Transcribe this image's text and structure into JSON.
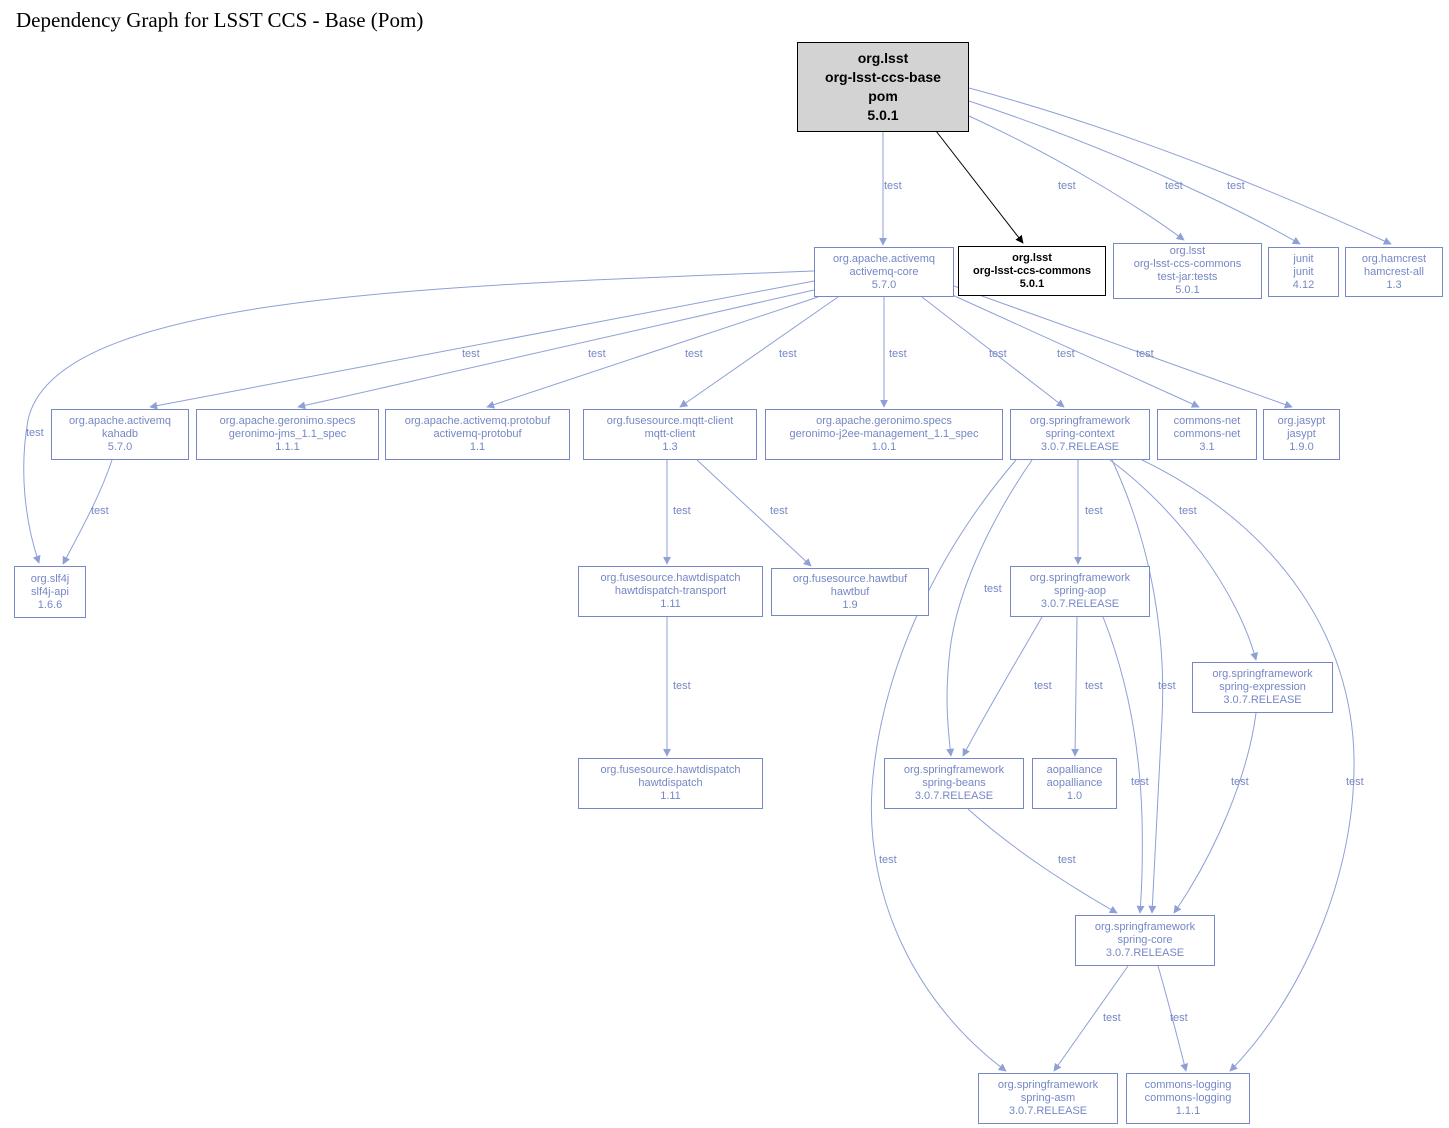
{
  "title": "Dependency Graph for LSST CCS - Base (Pom)",
  "colors": {
    "blue": "#7587c5",
    "edge": "#8ea0d6",
    "black": "#000000",
    "root_fill": "#d3d3d3",
    "background": "#ffffff"
  },
  "nodes": {
    "base": {
      "lines": [
        "org.lsst",
        "org-lsst-ccs-base",
        "pom",
        "5.0.1"
      ]
    },
    "activemq_core": {
      "lines": [
        "org.apache.activemq",
        "activemq-core",
        "5.7.0"
      ]
    },
    "ccs_commons": {
      "lines": [
        "org.lsst",
        "org-lsst-ccs-commons",
        "5.0.1"
      ]
    },
    "ccs_commons_tests": {
      "lines": [
        "org.lsst",
        "org-lsst-ccs-commons",
        "test-jar:tests",
        "5.0.1"
      ]
    },
    "junit": {
      "lines": [
        "junit",
        "junit",
        "4.12"
      ]
    },
    "hamcrest": {
      "lines": [
        "org.hamcrest",
        "hamcrest-all",
        "1.3"
      ]
    },
    "kahadb": {
      "lines": [
        "org.apache.activemq",
        "kahadb",
        "5.7.0"
      ]
    },
    "geronimo_jms": {
      "lines": [
        "org.apache.geronimo.specs",
        "geronimo-jms_1.1_spec",
        "1.1.1"
      ]
    },
    "activemq_protobuf": {
      "lines": [
        "org.apache.activemq.protobuf",
        "activemq-protobuf",
        "1.1"
      ]
    },
    "mqtt_client": {
      "lines": [
        "org.fusesource.mqtt-client",
        "mqtt-client",
        "1.3"
      ]
    },
    "geronimo_j2ee": {
      "lines": [
        "org.apache.geronimo.specs",
        "geronimo-j2ee-management_1.1_spec",
        "1.0.1"
      ]
    },
    "spring_context": {
      "lines": [
        "org.springframework",
        "spring-context",
        "3.0.7.RELEASE"
      ]
    },
    "commons_net": {
      "lines": [
        "commons-net",
        "commons-net",
        "3.1"
      ]
    },
    "jasypt": {
      "lines": [
        "org.jasypt",
        "jasypt",
        "1.9.0"
      ]
    },
    "slf4j": {
      "lines": [
        "org.slf4j",
        "slf4j-api",
        "1.6.6"
      ]
    },
    "hawtdispatch_transport": {
      "lines": [
        "org.fusesource.hawtdispatch",
        "hawtdispatch-transport",
        "1.11"
      ]
    },
    "hawtbuf": {
      "lines": [
        "org.fusesource.hawtbuf",
        "hawtbuf",
        "1.9"
      ]
    },
    "spring_aop": {
      "lines": [
        "org.springframework",
        "spring-aop",
        "3.0.7.RELEASE"
      ]
    },
    "spring_expression": {
      "lines": [
        "org.springframework",
        "spring-expression",
        "3.0.7.RELEASE"
      ]
    },
    "hawtdispatch": {
      "lines": [
        "org.fusesource.hawtdispatch",
        "hawtdispatch",
        "1.11"
      ]
    },
    "spring_beans": {
      "lines": [
        "org.springframework",
        "spring-beans",
        "3.0.7.RELEASE"
      ]
    },
    "aopalliance": {
      "lines": [
        "aopalliance",
        "aopalliance",
        "1.0"
      ]
    },
    "spring_core": {
      "lines": [
        "org.springframework",
        "spring-core",
        "3.0.7.RELEASE"
      ]
    },
    "spring_asm": {
      "lines": [
        "org.springframework",
        "spring-asm",
        "3.0.7.RELEASE"
      ]
    },
    "commons_logging": {
      "lines": [
        "commons-logging",
        "commons-logging",
        "1.1.1"
      ]
    }
  },
  "edges": [
    {
      "from": "base",
      "to": "activemq_core",
      "label": "test"
    },
    {
      "from": "base",
      "to": "ccs_commons",
      "label": ""
    },
    {
      "from": "base",
      "to": "ccs_commons_tests",
      "label": "test"
    },
    {
      "from": "base",
      "to": "junit",
      "label": "test"
    },
    {
      "from": "base",
      "to": "hamcrest",
      "label": "test"
    },
    {
      "from": "activemq_core",
      "to": "kahadb",
      "label": "test"
    },
    {
      "from": "activemq_core",
      "to": "geronimo_jms",
      "label": "test"
    },
    {
      "from": "activemq_core",
      "to": "activemq_protobuf",
      "label": "test"
    },
    {
      "from": "activemq_core",
      "to": "mqtt_client",
      "label": "test"
    },
    {
      "from": "activemq_core",
      "to": "geronimo_j2ee",
      "label": "test"
    },
    {
      "from": "activemq_core",
      "to": "spring_context",
      "label": "test"
    },
    {
      "from": "activemq_core",
      "to": "commons_net",
      "label": "test"
    },
    {
      "from": "activemq_core",
      "to": "jasypt",
      "label": "test"
    },
    {
      "from": "activemq_core",
      "to": "slf4j",
      "label": "test"
    },
    {
      "from": "kahadb",
      "to": "slf4j",
      "label": "test"
    },
    {
      "from": "mqtt_client",
      "to": "hawtdispatch_transport",
      "label": "test"
    },
    {
      "from": "mqtt_client",
      "to": "hawtbuf",
      "label": "test"
    },
    {
      "from": "hawtdispatch_transport",
      "to": "hawtdispatch",
      "label": "test"
    },
    {
      "from": "spring_context",
      "to": "spring_aop",
      "label": "test"
    },
    {
      "from": "spring_context",
      "to": "spring_expression",
      "label": "test"
    },
    {
      "from": "spring_context",
      "to": "spring_beans",
      "label": "test"
    },
    {
      "from": "spring_context",
      "to": "spring_core",
      "label": "test"
    },
    {
      "from": "spring_context",
      "to": "spring_asm",
      "label": "test"
    },
    {
      "from": "spring_context",
      "to": "commons_logging",
      "label": "test"
    },
    {
      "from": "spring_aop",
      "to": "spring_beans",
      "label": "test"
    },
    {
      "from": "spring_aop",
      "to": "aopalliance",
      "label": "test"
    },
    {
      "from": "spring_aop",
      "to": "spring_core",
      "label": "test"
    },
    {
      "from": "spring_expression",
      "to": "spring_core",
      "label": "test"
    },
    {
      "from": "spring_beans",
      "to": "spring_core",
      "label": "test"
    },
    {
      "from": "spring_core",
      "to": "spring_asm",
      "label": "test"
    },
    {
      "from": "spring_core",
      "to": "commons_logging",
      "label": "test"
    }
  ]
}
